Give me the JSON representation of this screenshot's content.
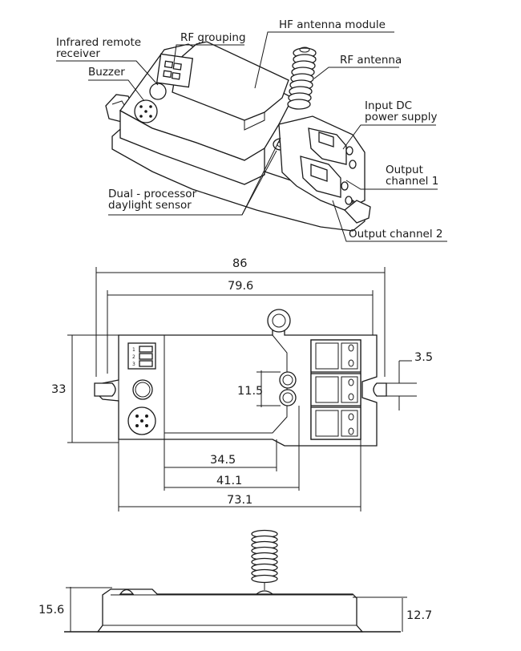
{
  "callouts": {
    "hf_module": "HF antenna module",
    "ir_receiver": [
      "Infrared remote",
      "receiver"
    ],
    "rf_grouping": "RF grouping",
    "rf_antenna": "RF antenna",
    "buzzer": "Buzzer",
    "input_dc": [
      "Input DC",
      "power supply"
    ],
    "output_ch1": [
      "Output",
      "channel 1"
    ],
    "daylight_sensor": [
      "Dual - processor",
      "daylight sensor"
    ],
    "output_ch2": "Output channel 2"
  },
  "dimensions": {
    "overall_length": "86",
    "hole_spacing": "79.6",
    "height": "33",
    "width_terminal": "3.5",
    "sensor_spacing": "11.5",
    "dist_a": "34.5",
    "dist_b": "41.1",
    "body_length": "73.1",
    "total_height": "15.6",
    "body_height": "12.7"
  },
  "switch_numbers": [
    "1",
    "2",
    "3"
  ]
}
